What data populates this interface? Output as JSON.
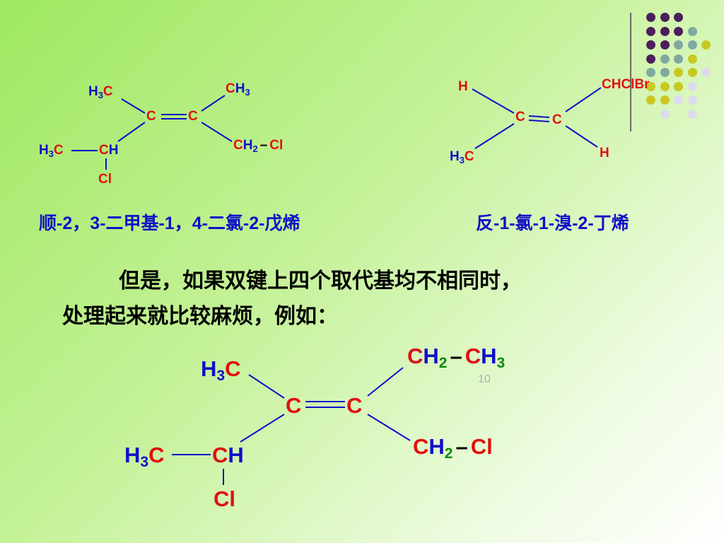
{
  "molecule1": {
    "h3c_top": {
      "h": "H",
      "n": "3",
      "c": "C"
    },
    "ch3_top": {
      "c": "C",
      "h": "H",
      "n": "3"
    },
    "c_left": "C",
    "c_right": "C",
    "h3c_bottom": {
      "h": "H",
      "n": "3",
      "c": "C"
    },
    "ch": {
      "c": "C",
      "h": "H"
    },
    "cl_down": "Cl",
    "ch2cl": {
      "c": "C",
      "h": "H",
      "n": "2",
      "dash": "–",
      "cl": "Cl"
    }
  },
  "molecule2": {
    "h_top": "H",
    "chclbr": "CHClBr",
    "c_left": "C",
    "c_right": "C",
    "h3c": {
      "h": "H",
      "n": "3",
      "c": "C"
    },
    "h_bottom": "H"
  },
  "molecule3": {
    "h3c_top": {
      "h": "H",
      "n": "3",
      "c": "C"
    },
    "ch2ch3": {
      "c1": "C",
      "h1": "H",
      "n1": "2",
      "dash": "–",
      "c2": "C",
      "h2": "H",
      "n2": "3"
    },
    "c_left": "C",
    "c_right": "C",
    "h3c_bottom": {
      "h": "H",
      "n": "3",
      "c": "C"
    },
    "ch": {
      "c": "C",
      "h": "H"
    },
    "cl_down": "Cl",
    "ch2cl": {
      "c": "C",
      "h": "H",
      "n": "2",
      "dash": "–",
      "cl": "Cl"
    }
  },
  "captions": {
    "left": "顺-2，3-二甲基-1，4-二氯-2-戊烯",
    "right": "反-1-氯-1-溴-2-丁烯"
  },
  "text": {
    "line1": "但是，如果双键上四个取代基均不相同时，",
    "line2": "处理起来就比较麻烦，例如："
  },
  "page_number": "10",
  "colors": {
    "blue": "#1010c8",
    "red": "#e01010",
    "green": "#0a8a0a",
    "dot_purple": "#4a1f5c",
    "dot_teal": "#7fa8a0",
    "dot_olive": "#c8c820",
    "dot_lavender": "#dcdcec"
  }
}
